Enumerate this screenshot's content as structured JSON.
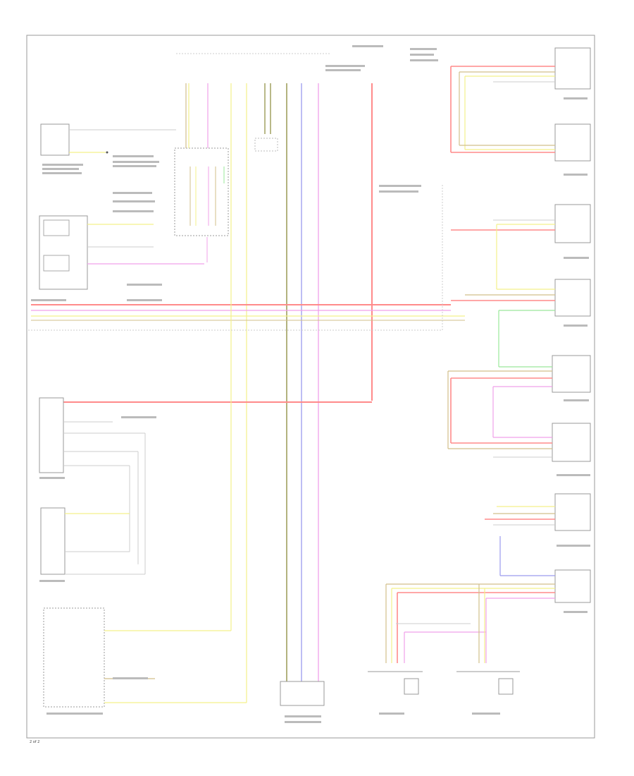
{
  "page": {
    "number": "2 of 2"
  },
  "colors": {
    "red": "#ff8a8a",
    "tan": "#d2bf8a",
    "yellow": "#f3f08a",
    "blue": "#9a9aee",
    "pink": "#f0a0ea",
    "green": "#9ae89a",
    "olive": "#8a8a3a",
    "frame": "#888888",
    "text": "#555555"
  },
  "icons": [
    "ground-symbol",
    "switch-symbol",
    "connector-pin"
  ]
}
